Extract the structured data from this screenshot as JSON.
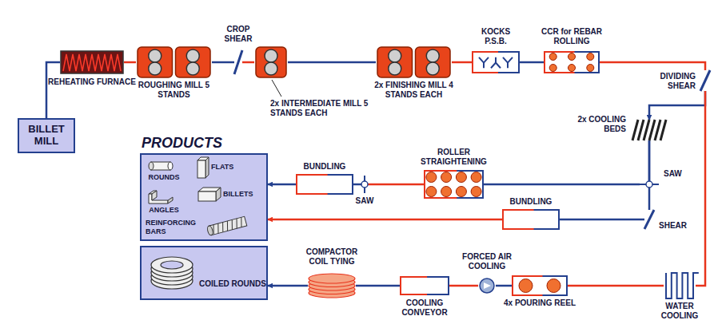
{
  "diagram": {
    "nodes": [
      {
        "text": [
          "BILLET MILL"
        ]
      },
      {
        "text": [
          "REHEATING FURNACE"
        ]
      },
      {
        "text": [
          "ROUGHING MILL 5 STANDS"
        ]
      },
      {
        "text": [
          "CROP SHEAR"
        ]
      },
      {
        "text": [
          "2x INTERMEDIATE MILL 5 STANDS EACH"
        ]
      },
      {
        "text": [
          "2x FINISHING MILL 4 STANDS EACH"
        ]
      },
      {
        "text": [
          "KOCKS P.S.B."
        ]
      },
      {
        "text": [
          "CCR for REBAR ROLLING"
        ]
      },
      {
        "text": [
          "DIVIDING SHEAR"
        ]
      },
      {
        "text": [
          "2x COOLING BEDS"
        ]
      },
      {
        "text": [
          "SAW"
        ]
      },
      {
        "text": [
          "SHEAR"
        ]
      },
      {
        "text": [
          "ROLLER STRAIGHTENING"
        ]
      },
      {
        "text": [
          "SAW"
        ]
      },
      {
        "text": [
          "BUNDLING"
        ]
      },
      {
        "text": [
          "BUNDLING"
        ]
      },
      {
        "text": [
          "WATER COOLING"
        ]
      },
      {
        "text": [
          "4x POURING REEL"
        ]
      },
      {
        "text": [
          "FORCED AIR COOLING"
        ]
      },
      {
        "text": [
          "COOLING CONVEYOR"
        ]
      },
      {
        "text": [
          "COMPACTOR COIL TYING"
        ]
      },
      {
        "text": [
          "PRODUCTS"
        ]
      },
      {
        "text": [
          "COILED ROUNDS"
        ]
      }
    ],
    "edges": [
      {
        "from": 0,
        "to": 1,
        "arrow": "none"
      },
      {
        "from": 1,
        "to": 2,
        "arrow": "none"
      },
      {
        "from": 2,
        "to": 3,
        "arrow": "none"
      },
      {
        "from": 3,
        "to": 4,
        "arrow": "none"
      },
      {
        "from": 4,
        "to": 5,
        "arrow": "none"
      },
      {
        "from": 5,
        "to": 6,
        "arrow": "none"
      },
      {
        "from": 6,
        "to": 7,
        "arrow": "none"
      },
      {
        "from": 7,
        "to": 8,
        "arrow": "none"
      },
      {
        "from": 8,
        "to": 9,
        "arrow": "to"
      },
      {
        "from": 8,
        "to": 16,
        "arrow": "none"
      },
      {
        "from": 9,
        "to": 10,
        "arrow": "none"
      },
      {
        "from": 9,
        "to": 11,
        "arrow": "none"
      },
      {
        "from": 10,
        "to": 12,
        "arrow": "none"
      },
      {
        "from": 12,
        "to": 13,
        "arrow": "none"
      },
      {
        "from": 13,
        "to": 14,
        "arrow": "none"
      },
      {
        "from": 14,
        "to": 21,
        "arrow": "to"
      },
      {
        "from": 11,
        "to": 15,
        "arrow": "none"
      },
      {
        "from": 15,
        "to": 21,
        "arrow": "to"
      },
      {
        "from": 16,
        "to": 17,
        "arrow": "none"
      },
      {
        "from": 17,
        "to": 18,
        "arrow": "none"
      },
      {
        "from": 18,
        "to": 19,
        "arrow": "none"
      },
      {
        "from": 19,
        "to": 20,
        "arrow": "none"
      },
      {
        "from": 20,
        "to": 22,
        "arrow": "to"
      }
    ],
    "labels": [
      "ROUNDS",
      "FLATS",
      "ANGLES",
      "BILLETS",
      "REINFORCING BARS"
    ]
  }
}
